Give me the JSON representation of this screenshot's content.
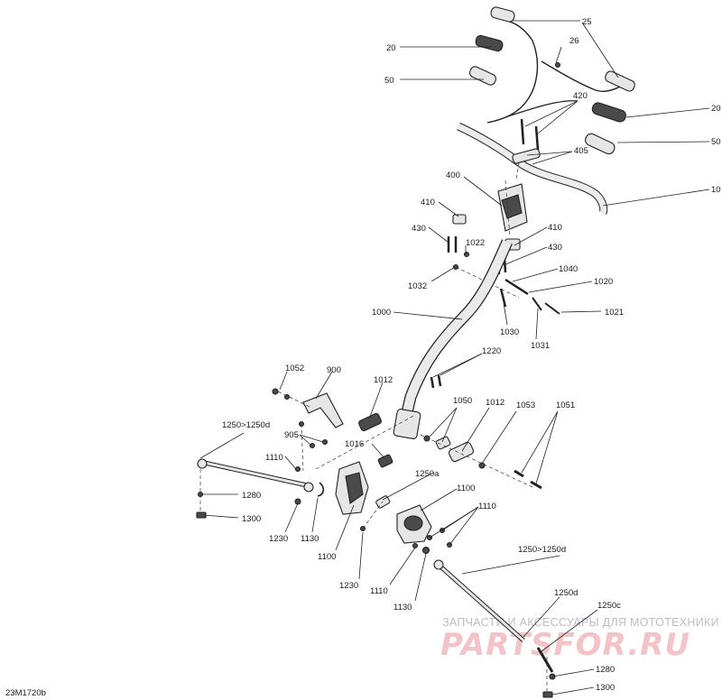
{
  "diagram": {
    "drawing_code": "23M1720b",
    "labels": {
      "p25": "25",
      "p26": "26",
      "p20a": "20",
      "p50a": "50",
      "p420": "420",
      "p405": "405",
      "p20b": "20",
      "p50b": "50",
      "p10": "10",
      "p400": "400",
      "p410a": "410",
      "p430a": "430",
      "p410b": "410",
      "p430b": "430",
      "p1022": "1022",
      "p1032": "1032",
      "p1040": "1040",
      "p1020": "1020",
      "p1021": "1021",
      "p1030": "1030",
      "p1031": "1031",
      "p1000": "1000",
      "p1220": "1220",
      "p1052": "1052",
      "p900": "900",
      "p1012a": "1012",
      "p1050": "1050",
      "p1012b": "1012",
      "p1053": "1053",
      "p1051": "1051",
      "p905": "905",
      "p1016": "1016",
      "p1250a_top": "1250>1250d",
      "p1110a": "1110",
      "p1250a": "1250a",
      "p1100a": "1100",
      "p1110b": "1110",
      "p1280a": "1280",
      "p1300a": "1300",
      "p1230a": "1230",
      "p1130a": "1130",
      "p1100b": "1100",
      "p1230b": "1230",
      "p1110c": "1110",
      "p1130b": "1130",
      "p1250b_top": "1250>1250d",
      "p1250d": "1250d",
      "p1250c": "1250c",
      "p1280b": "1280",
      "p1300b": "1300"
    }
  },
  "watermark": {
    "line1": "ЗАПЧАСТИ И АКСЕССУАРЫ ДЛЯ МОТОТЕХНИКИ",
    "line2": "PARTSFOR.RU",
    "color": "#e8202e"
  }
}
